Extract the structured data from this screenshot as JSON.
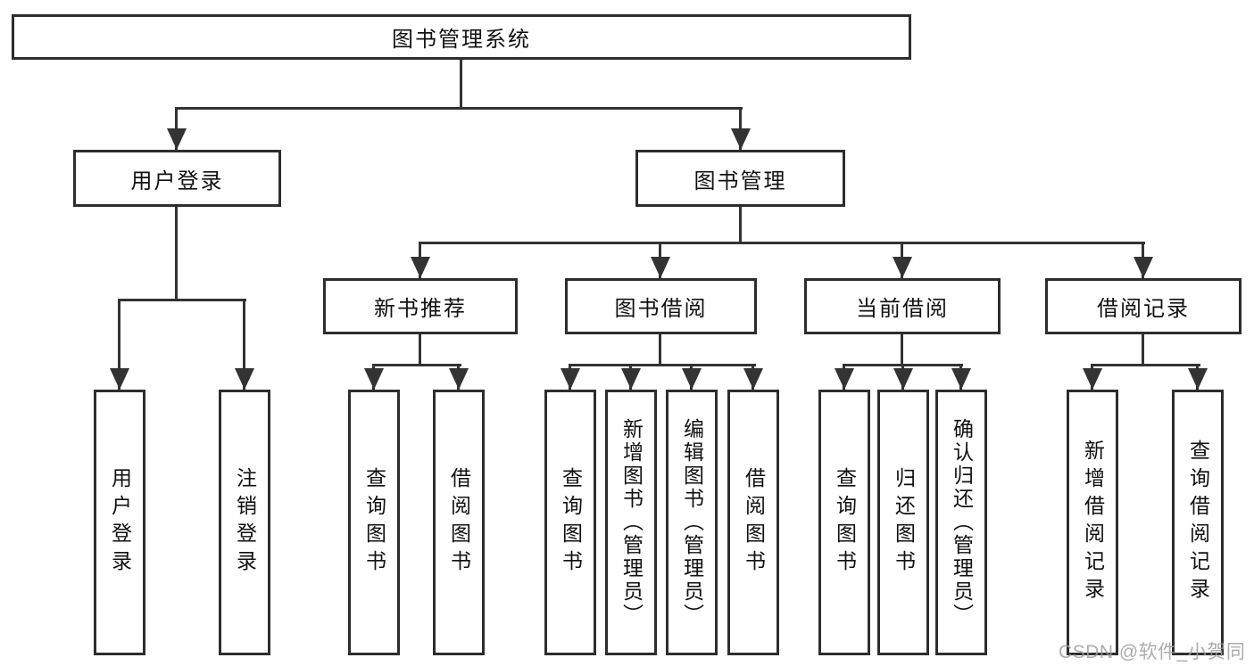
{
  "root": {
    "label": "图书管理系统"
  },
  "level2": {
    "user_login": {
      "label": "用户登录"
    },
    "book_management": {
      "label": "图书管理"
    }
  },
  "level3": {
    "new_book_recommendation": {
      "label": "新书推荐"
    },
    "book_borrowing": {
      "label": "图书借阅"
    },
    "current_borrowing": {
      "label": "当前借阅"
    },
    "borrowing_records": {
      "label": "借阅记录"
    }
  },
  "leaves": {
    "user_login": [
      "用户登录",
      "注销登录"
    ],
    "new_book_recommendation": [
      "查询图书",
      "借阅图书"
    ],
    "book_borrowing": [
      "查询图书",
      "新增图书（管理员）",
      "编辑图书（管理员）",
      "借阅图书"
    ],
    "current_borrowing": [
      "查询图书",
      "归还图书",
      "确认归还（管理员）"
    ],
    "borrowing_records": [
      "新增借阅记录",
      "查询借阅记录"
    ]
  },
  "watermark": {
    "text": "CSDN @软件_小贺同学"
  },
  "colors": {
    "line": "#333333",
    "box_border": "#2d2d2d",
    "text": "#111111",
    "watermark": "#9e9e9e",
    "background": "#ffffff"
  }
}
